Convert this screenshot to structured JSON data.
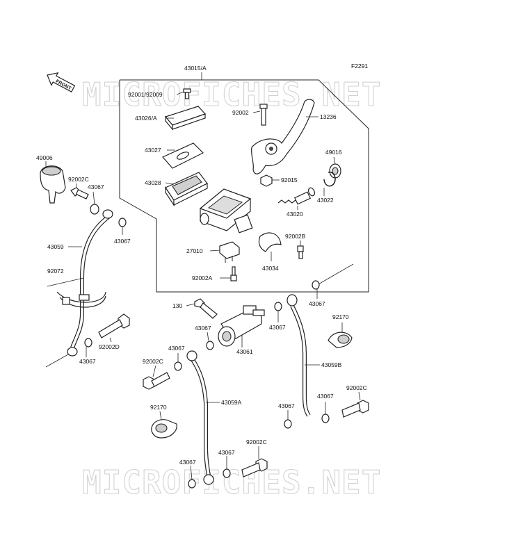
{
  "figure_code": "F2291",
  "front_marker": "FRONT",
  "watermark": "MICROFICHES.NET",
  "labels": {
    "p43015A": "43015/A",
    "p92001_92009": "92001/92009",
    "p43026A": "43026/A",
    "p43027": "43027",
    "p43028": "43028",
    "p92002_top": "92002",
    "p13236": "13236",
    "p49016": "49016",
    "p92015": "92015",
    "p43022": "43022",
    "p43020": "43020",
    "p92002B": "92002B",
    "p27010": "27010",
    "p43034": "43034",
    "p92002A": "92002A",
    "p49006": "49006",
    "p92002C_left": "92002C",
    "p43067_a": "43067",
    "p43067_b": "43067",
    "p43059": "43059",
    "p92072": "92072",
    "p92002D": "92002D",
    "p43067_c": "43067",
    "p130": "130",
    "p43067_d": "43067",
    "p43061": "43061",
    "p43067_e": "43067",
    "p43067_f": "43067",
    "p92170_right": "92170",
    "p43059B": "43059B",
    "p43067_g": "43067",
    "p92002C_mid": "92002C",
    "p43059A": "43059A",
    "p92170_left": "92170",
    "p43067_h": "43067",
    "p43067_i": "43067",
    "p92002C_right": "92002C",
    "p92002C_bottom": "92002C",
    "p43067_j": "43067",
    "p43067_k": "43067"
  }
}
